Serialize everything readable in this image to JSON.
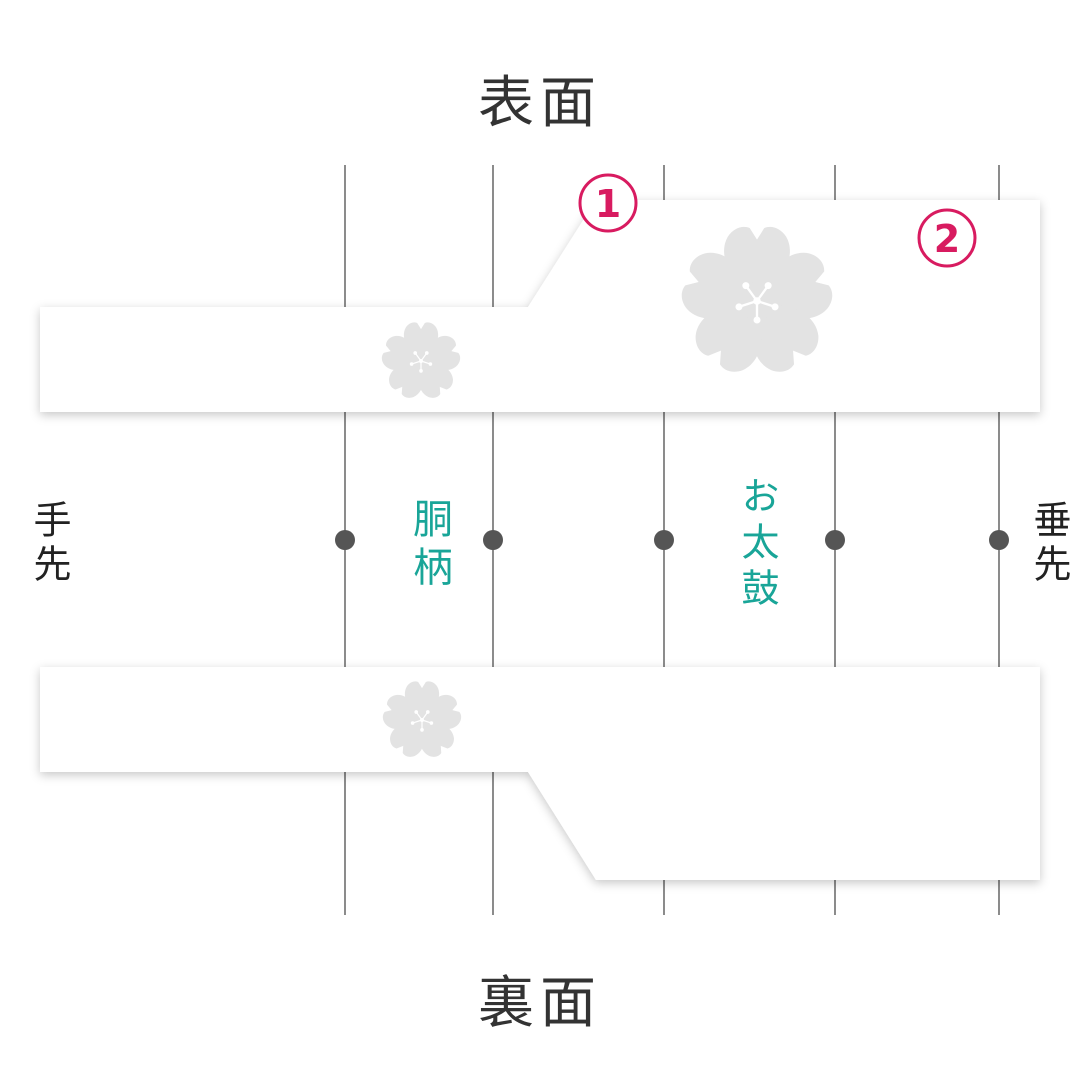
{
  "titles": {
    "front": "表面",
    "back": "裏面"
  },
  "ends": {
    "left": "手先",
    "right": "垂先"
  },
  "sections": {
    "body_pattern": "胴柄",
    "otaiko": "お太鼓"
  },
  "markers": [
    {
      "label": "1"
    },
    {
      "label": "2"
    }
  ],
  "colors": {
    "accent_marker": "#d81b60",
    "section_text": "#19a598",
    "divider_line": "#5a5a5a",
    "dot": "#555555",
    "flower": "#e3e3e3"
  }
}
